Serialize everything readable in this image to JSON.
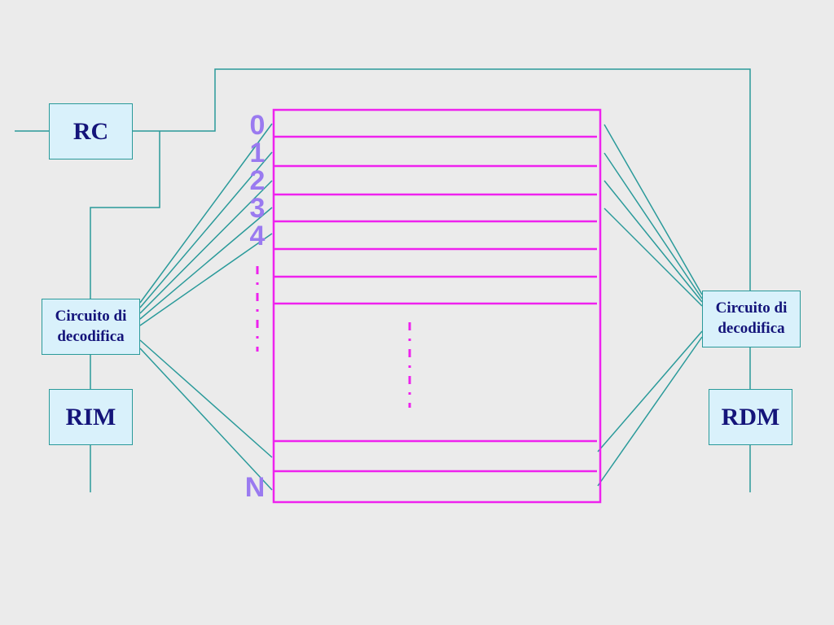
{
  "registers": {
    "rc": "RC",
    "rim": "RIM",
    "rdm": "RDM"
  },
  "decoders": {
    "left": "Circuito di decodifica",
    "right": "Circuito di decodifica"
  },
  "memory": {
    "row_labels": [
      "0",
      "1",
      "2",
      "3",
      "4"
    ],
    "last_row_label": "N"
  },
  "colors": {
    "background": "#ebebeb",
    "memory_border": "#ee22ee",
    "wire": "#2a9a9a",
    "box_fill": "#d9f1fb",
    "box_text": "#14147a",
    "row_label": "#9a7af0"
  }
}
